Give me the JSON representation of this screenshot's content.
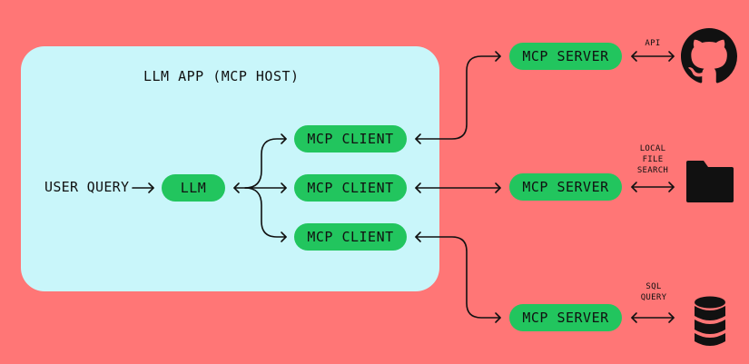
{
  "host": {
    "title": "LLM APP (MCP HOST)"
  },
  "flow": {
    "user_query": "USER QUERY",
    "llm": "LLM"
  },
  "clients": [
    {
      "label": "MCP CLIENT"
    },
    {
      "label": "MCP CLIENT"
    },
    {
      "label": "MCP CLIENT"
    }
  ],
  "servers": [
    {
      "label": "MCP SERVER",
      "connection_label": "API",
      "icon": "github-icon"
    },
    {
      "label": "MCP SERVER",
      "connection_label_lines": [
        "LOCAL",
        "FILE",
        "SEARCH"
      ],
      "icon": "folder-icon"
    },
    {
      "label": "MCP SERVER",
      "connection_label_lines": [
        "SQL",
        "QUERY"
      ],
      "icon": "database-icon"
    }
  ],
  "colors": {
    "background": "#FF7676",
    "host_box": "#C9F6FA",
    "pill": "#22C55E",
    "ink": "#111111"
  }
}
